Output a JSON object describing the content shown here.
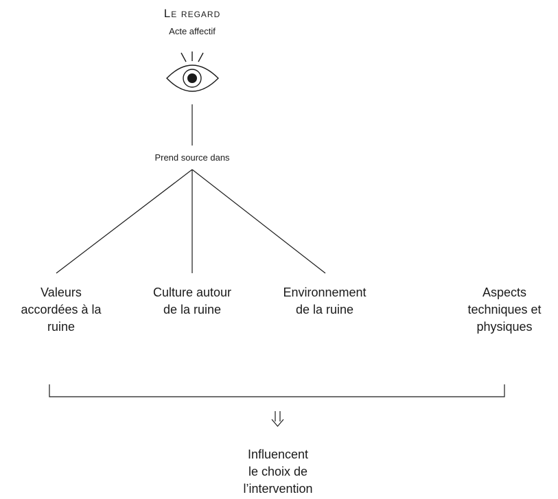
{
  "title": "Le regard",
  "subtitle": "Acte affectif",
  "source_label": "Prend source dans",
  "nodes": [
    {
      "label": "Valeurs\naccordées à la\nruine"
    },
    {
      "label": "Culture autour\nde la ruine"
    },
    {
      "label": "Environnement\nde la ruine"
    },
    {
      "label": "Aspects\ntechniques et\nphysiques"
    }
  ],
  "result": "Influencent\nle choix de\nl’intervention",
  "icons": [
    "eye-icon",
    "double-down-arrow-icon"
  ],
  "colors": {
    "line": "#1a1a1a",
    "text": "#1a1a1a",
    "background": "#ffffff"
  }
}
